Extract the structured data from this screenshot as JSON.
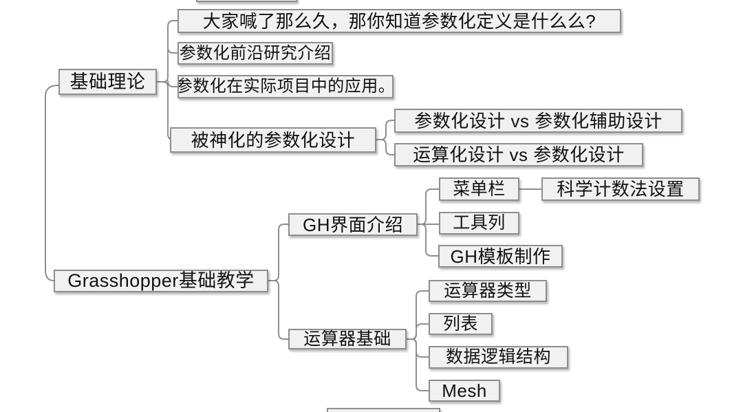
{
  "diagram": {
    "type": "mindmap",
    "colors": {
      "background": "#ffffff",
      "node_fill": "#f1f1f1",
      "node_border": "#8d8d8d",
      "connector": "#8e8e8e",
      "text": "#111111"
    },
    "nodes": [
      {
        "id": "base-theory",
        "label": "基础理论",
        "parent": null
      },
      {
        "id": "q-definition",
        "label": "大家喊了那么久，那你知道参数化定义是什么么?",
        "parent": "base-theory"
      },
      {
        "id": "frontier-research",
        "label": "参数化前沿研究介绍",
        "parent": "base-theory"
      },
      {
        "id": "practical-application",
        "label": "参数化在实际项目中的应用。",
        "parent": "base-theory"
      },
      {
        "id": "deified-parametric",
        "label": "被神化的参数化设计",
        "parent": "base-theory"
      },
      {
        "id": "vs-assisted",
        "label": "参数化设计 vs 参数化辅助设计",
        "parent": "deified-parametric"
      },
      {
        "id": "vs-computational",
        "label": "运算化设计 vs 参数化设计",
        "parent": "deified-parametric"
      },
      {
        "id": "gh-teaching",
        "label": "Grasshopper基础教学",
        "parent": null
      },
      {
        "id": "gh-interface",
        "label": "GH界面介绍",
        "parent": "gh-teaching"
      },
      {
        "id": "menu-bar",
        "label": "菜单栏",
        "parent": "gh-interface"
      },
      {
        "id": "scientific-notation",
        "label": "科学计数法设置",
        "parent": "menu-bar"
      },
      {
        "id": "toolbar",
        "label": "工具列",
        "parent": "gh-interface"
      },
      {
        "id": "gh-template",
        "label": "GH模板制作",
        "parent": "gh-interface"
      },
      {
        "id": "component-basics",
        "label": "运算器基础",
        "parent": "gh-teaching"
      },
      {
        "id": "component-types",
        "label": "运算器类型",
        "parent": "component-basics"
      },
      {
        "id": "list",
        "label": "列表",
        "parent": "component-basics"
      },
      {
        "id": "data-structure",
        "label": "数据逻辑结构",
        "parent": "component-basics"
      },
      {
        "id": "mesh",
        "label": "Mesh",
        "parent": "component-basics"
      },
      {
        "id": "clipped-node-top",
        "label": "",
        "parent": null,
        "clipped": true
      },
      {
        "id": "clipped-node-bottom",
        "label": "",
        "parent": null,
        "clipped": true
      }
    ]
  }
}
